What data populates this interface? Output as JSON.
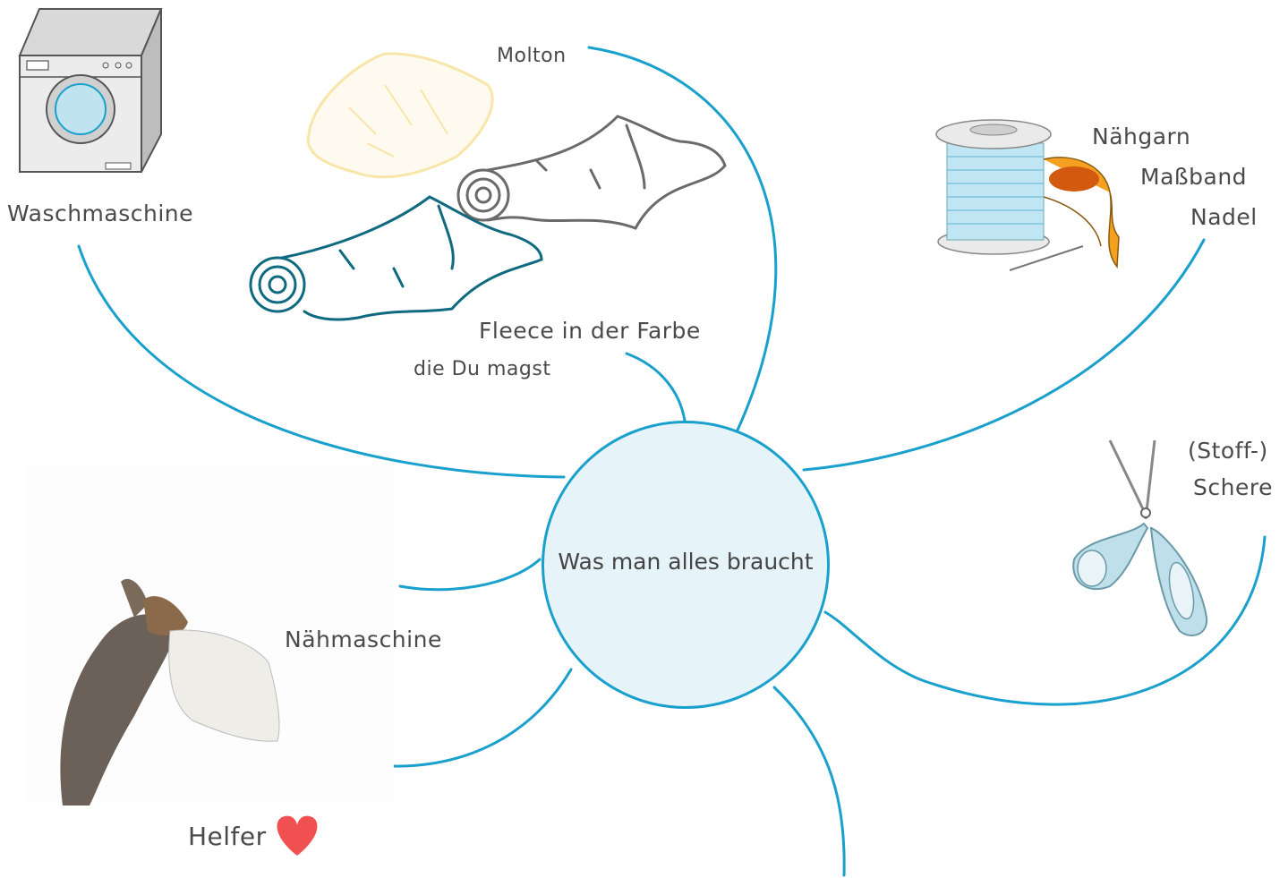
{
  "center": {
    "title": "Was man alles braucht"
  },
  "branches": {
    "waschmaschine": "Waschmaschine",
    "molton": "Molton",
    "fleece_line1": "Fleece in der Farbe",
    "fleece_line2": "die Du magst",
    "naehgarn": "Nähgarn",
    "massband": "Maßband",
    "nadel": "Nadel",
    "schere_line1": "(Stoff-)",
    "schere_line2": "Schere",
    "naehmaschine": "Nähmaschine",
    "helfer": "Helfer"
  },
  "colors": {
    "branch_line": "#1aa0cc",
    "center_fill": "#e6f4fa",
    "heart": "#f05050",
    "fleece_teal": "#0f6a80",
    "fleece_grey": "#6a6a6a",
    "molton_yellow": "#f7e6a8",
    "thread_blue": "#bfe6f2",
    "tape_orange": "#f5a020"
  },
  "icons": [
    "washing-machine-icon",
    "fabric-rolls-icon",
    "thread-spool-icon",
    "measuring-tape-icon",
    "needle-icon",
    "scissors-icon",
    "sewing-machine-icon",
    "rabbit-photo",
    "heart-icon"
  ]
}
